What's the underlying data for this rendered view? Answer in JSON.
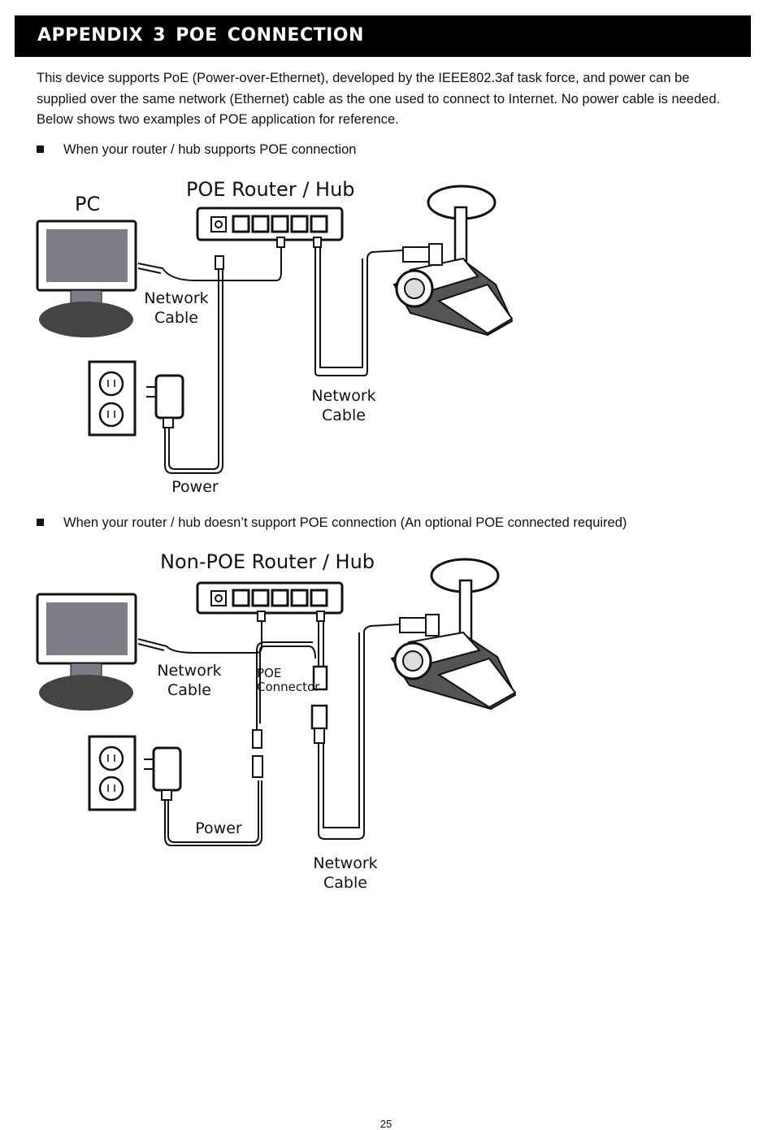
{
  "header": {
    "title": "APPENDIX 3 POE CONNECTION"
  },
  "intro": {
    "lines": [
      "This device supports PoE (Power-over-Ethernet), developed by the IEEE802.3af task force, and power can be",
      "supplied over the same network (Ethernet) cable as the one used to connect to Internet. No power cable is needed.",
      "Below shows two examples of POE application for reference."
    ]
  },
  "section1": {
    "bullet": "When your router / hub supports POE connection",
    "diagram": {
      "router_label": "POE Router / Hub",
      "pc_label": "PC",
      "network_cable_pc": [
        "Network",
        "Cable"
      ],
      "network_cable_camera": [
        "Network",
        "Cable"
      ],
      "power_label": "Power"
    }
  },
  "section2": {
    "bullet": "When your router / hub doesn’t support POE connection (An optional POE connected required)",
    "diagram": {
      "router_label": "Non-POE Router / Hub",
      "network_cable_pc": [
        "Network",
        "Cable"
      ],
      "poe_connector": [
        "POE",
        "Connector"
      ],
      "power_label": "Power",
      "network_cable_camera": [
        "Network",
        "Cable"
      ]
    }
  },
  "footer": {
    "page_number": "25"
  }
}
